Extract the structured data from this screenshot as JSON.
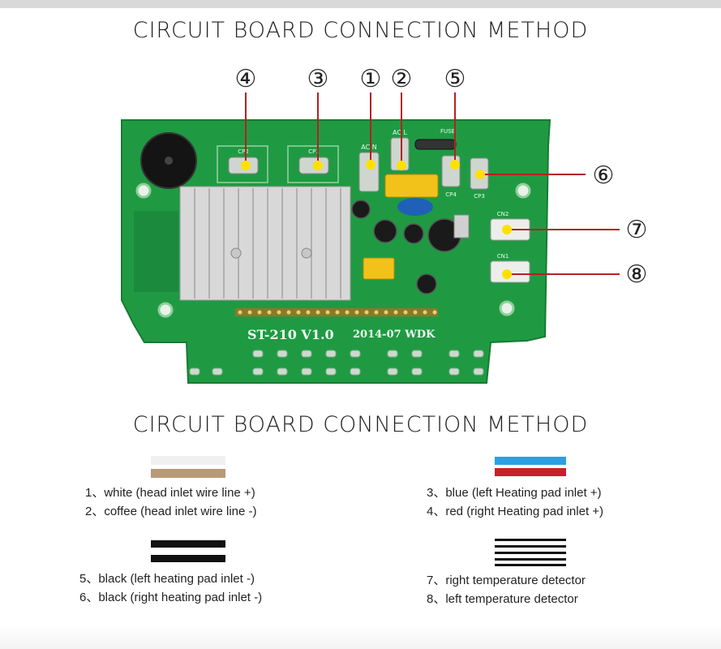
{
  "title_top": "CIRCUIT BOARD CONNECTION METHOD",
  "title_bottom": "CIRCUIT BOARD CONNECTION METHOD",
  "board": {
    "model": "ST-210  V1.0",
    "date": "2014-07  WDK",
    "labels": {
      "acl": "AC L",
      "acn": "AC N",
      "fuse": "FUSE",
      "cp4": "CP4",
      "cp3": "CP3",
      "cn2": "CN2",
      "cn1": "CN1",
      "cp2": "CP2",
      "cp1": "CP1"
    }
  },
  "markers": [
    "④",
    "③",
    "①",
    "②",
    "⑤",
    "⑥",
    "⑦",
    "⑧"
  ],
  "legend": {
    "g1": [
      "1、white (head inlet wire line +)",
      "2、coffee (head inlet wire line -)"
    ],
    "g2": [
      "3、blue  (left Heating pad inlet +)",
      "4、red  (right Heating pad inlet +)"
    ],
    "g3": [
      "5、black  (left heating pad inlet -)",
      "6、black  (right heating pad inlet -)"
    ],
    "g4": [
      "7、right temperature detector",
      "8、left temperature detector"
    ]
  },
  "colors": {
    "board": "#1f9a43",
    "wire_white": "#f0f0f0",
    "wire_coffee": "#b89a78",
    "wire_blue": "#2d9fe0",
    "wire_red": "#c4222a",
    "wire_black": "#111111",
    "pointer": "#b22222",
    "dot": "#ffe000"
  }
}
